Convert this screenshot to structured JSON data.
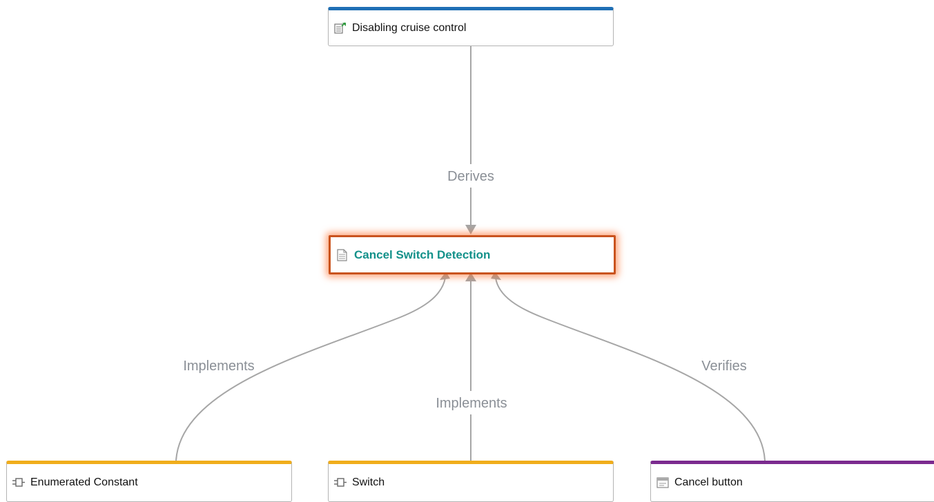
{
  "nodes": {
    "top": {
      "label": "Disabling cruise control",
      "icon": "derived-requirement-icon",
      "accent": "#1f6fb5"
    },
    "center": {
      "label": "Cancel Switch Detection",
      "icon": "requirement-document-icon",
      "accent": "#c9531e",
      "label_color": "#13918a"
    },
    "left": {
      "label": "Enumerated Constant",
      "icon": "component-icon",
      "accent": "#f0ad1c"
    },
    "middle": {
      "label": "Switch",
      "icon": "component-icon",
      "accent": "#f0ad1c"
    },
    "right": {
      "label": "Cancel button",
      "icon": "test-case-icon",
      "accent": "#7b2b8f"
    }
  },
  "links": {
    "derives": "Derives",
    "implements_left": "Implements",
    "implements_middle": "Implements",
    "verifies": "Verifies"
  }
}
